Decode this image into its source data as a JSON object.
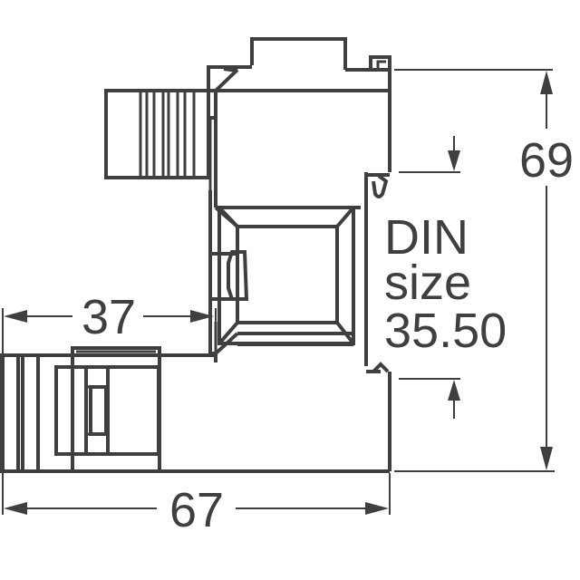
{
  "drawing": {
    "type": "dimension-drawing",
    "subject": "DIN rail mount connector/relay base (side view)",
    "units": "mm",
    "line_color": "#3f3f41",
    "background": "#ffffff"
  },
  "dimensions": {
    "upper_offset": {
      "label": "37",
      "orientation": "horizontal"
    },
    "total_width": {
      "label": "67",
      "orientation": "horizontal"
    },
    "total_height": {
      "label": "69",
      "orientation": "vertical"
    },
    "din_note": {
      "line1": "DIN",
      "line2": "size",
      "line3": "35.50"
    }
  }
}
